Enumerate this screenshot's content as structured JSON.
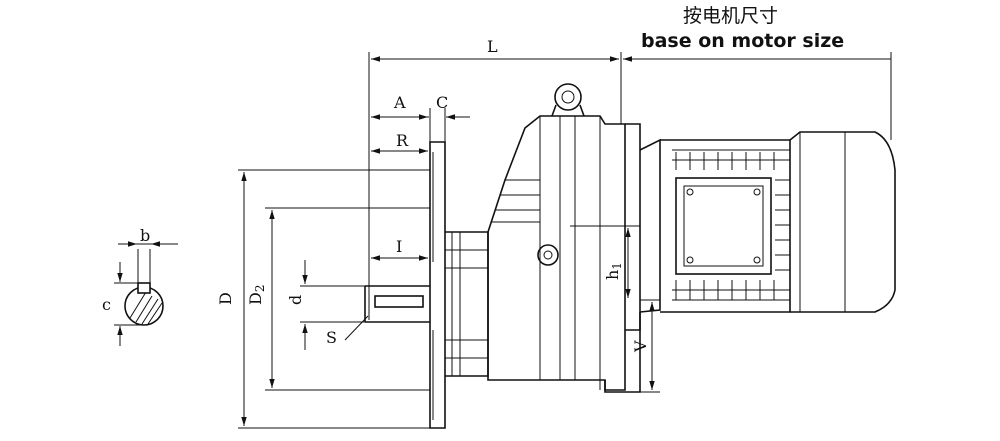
{
  "caption": {
    "chinese": "按电机尺寸",
    "english": "base on motor size"
  },
  "dimensions": {
    "L": "L",
    "A": "A",
    "C": "C",
    "R": "R",
    "I": "I",
    "D": "D",
    "D2": "D",
    "D2_sub": "2",
    "d": "d",
    "S": "S",
    "h1": "h",
    "h1_sub": "1",
    "V": "V",
    "b": "b",
    "c": "c"
  }
}
